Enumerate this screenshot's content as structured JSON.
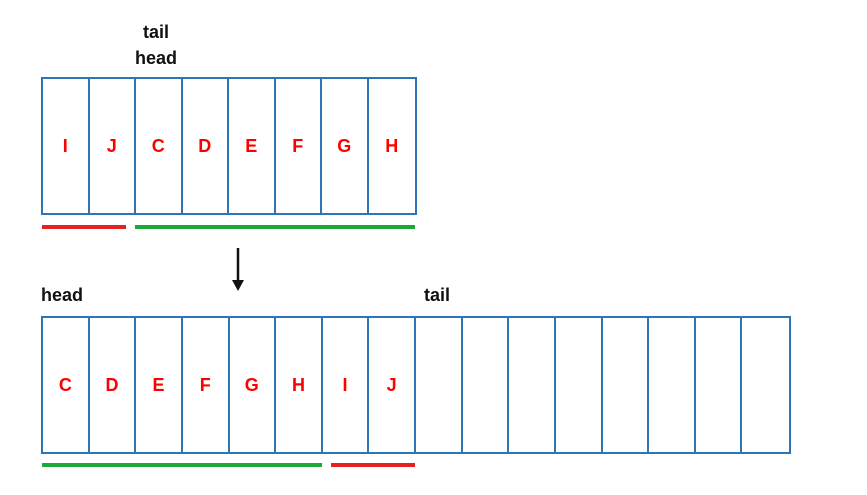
{
  "colors": {
    "cell_border": "#2e75b6",
    "letter": "#ff0000",
    "wrapped_segment": "#e52222",
    "main_segment": "#1aaa3a",
    "label": "#111111"
  },
  "top": {
    "tail_label": "tail",
    "head_label": "head",
    "cells": [
      "I",
      "J",
      "C",
      "D",
      "E",
      "F",
      "G",
      "H"
    ]
  },
  "arrow": {
    "icon": "down-arrow-icon"
  },
  "bottom": {
    "head_label": "head",
    "tail_label": "tail",
    "cells": [
      "C",
      "D",
      "E",
      "F",
      "G",
      "H",
      "I",
      "J",
      "",
      "",
      "",
      "",
      "",
      "",
      "",
      ""
    ]
  }
}
